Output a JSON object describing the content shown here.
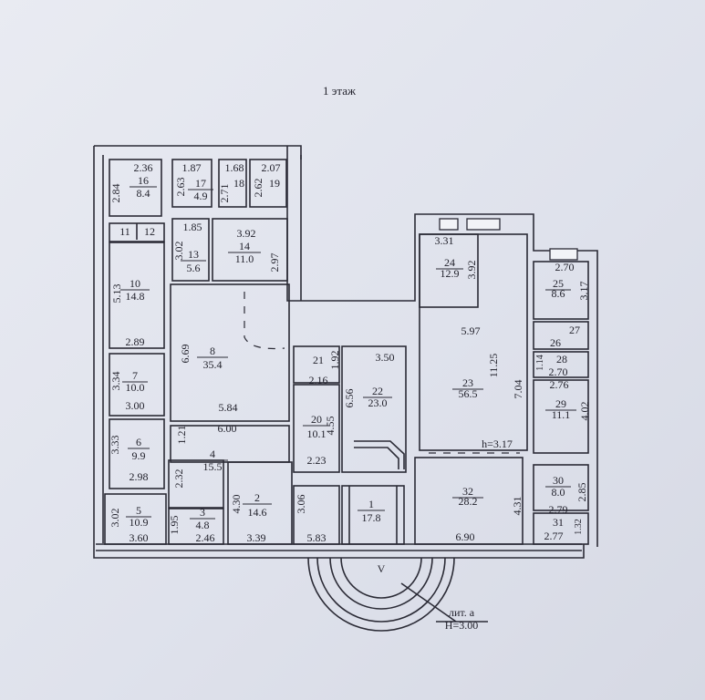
{
  "title": "1 этаж",
  "rooms": [
    {
      "n": "16",
      "a": "8.4",
      "d": [
        "2.36",
        "2.84"
      ]
    },
    {
      "n": "17",
      "a": "4.9",
      "d": [
        "1.87",
        "2.63"
      ]
    },
    {
      "n": "18",
      "d": [
        "1.68",
        "2.71"
      ]
    },
    {
      "n": "19",
      "d": [
        "2.07",
        "2.62"
      ]
    },
    {
      "n": "11"
    },
    {
      "n": "12"
    },
    {
      "n": "13",
      "a": "5.6",
      "d": [
        "1.85",
        "3.02"
      ]
    },
    {
      "n": "14",
      "a": "11.0",
      "d": [
        "3.92",
        "2.97"
      ]
    },
    {
      "n": "10",
      "a": "14.8",
      "d": [
        "5.13",
        "2.89"
      ]
    },
    {
      "n": "8",
      "a": "35.4",
      "d": [
        "6.69",
        "5.84"
      ]
    },
    {
      "n": "7",
      "a": "10.0",
      "d": [
        "3.34",
        "3.00"
      ]
    },
    {
      "n": "6",
      "a": "9.9",
      "d": [
        "3.33",
        "2.98"
      ]
    },
    {
      "n": "4",
      "a": "15.5",
      "d": [
        "6.00",
        "1.21",
        "2.32"
      ]
    },
    {
      "n": "5",
      "a": "10.9",
      "d": [
        "3.02",
        "3.60"
      ]
    },
    {
      "n": "3",
      "a": "4.8",
      "d": [
        "1.95",
        "2.46"
      ]
    },
    {
      "n": "2",
      "a": "14.6",
      "d": [
        "4.30",
        "3.39"
      ]
    },
    {
      "n": "1",
      "a": "17.8",
      "d": [
        "3.06",
        "5.83"
      ]
    },
    {
      "n": "21",
      "d": [
        "1.92",
        "2.16"
      ]
    },
    {
      "n": "20",
      "a": "10.1",
      "d": [
        "4.55",
        "2.23"
      ]
    },
    {
      "n": "22",
      "a": "23.0",
      "d": [
        "3.50",
        "6.56"
      ]
    },
    {
      "n": "24",
      "a": "12.9",
      "d": [
        "3.31",
        "3.92"
      ]
    },
    {
      "n": "23",
      "a": "56.5",
      "d": [
        "5.97",
        "11.25",
        "7.04"
      ],
      "h": "h=3.17"
    },
    {
      "n": "32",
      "a": "28.2",
      "d": [
        "4.31",
        "6.90"
      ]
    },
    {
      "n": "25",
      "a": "8.6",
      "d": [
        "2.70",
        "3.17"
      ]
    },
    {
      "n": "27"
    },
    {
      "n": "26"
    },
    {
      "n": "28",
      "d": [
        "1.14",
        "2.70"
      ]
    },
    {
      "n": "29",
      "a": "11.1",
      "d": [
        "2.76",
        "4.02"
      ]
    },
    {
      "n": "30",
      "a": "8.0",
      "d": [
        "2.85",
        "2.79"
      ]
    },
    {
      "n": "31",
      "d": [
        "2.77",
        "1.32"
      ]
    }
  ],
  "annex": {
    "label": "лит. а",
    "height": "H=3.00",
    "entrance": "V"
  }
}
